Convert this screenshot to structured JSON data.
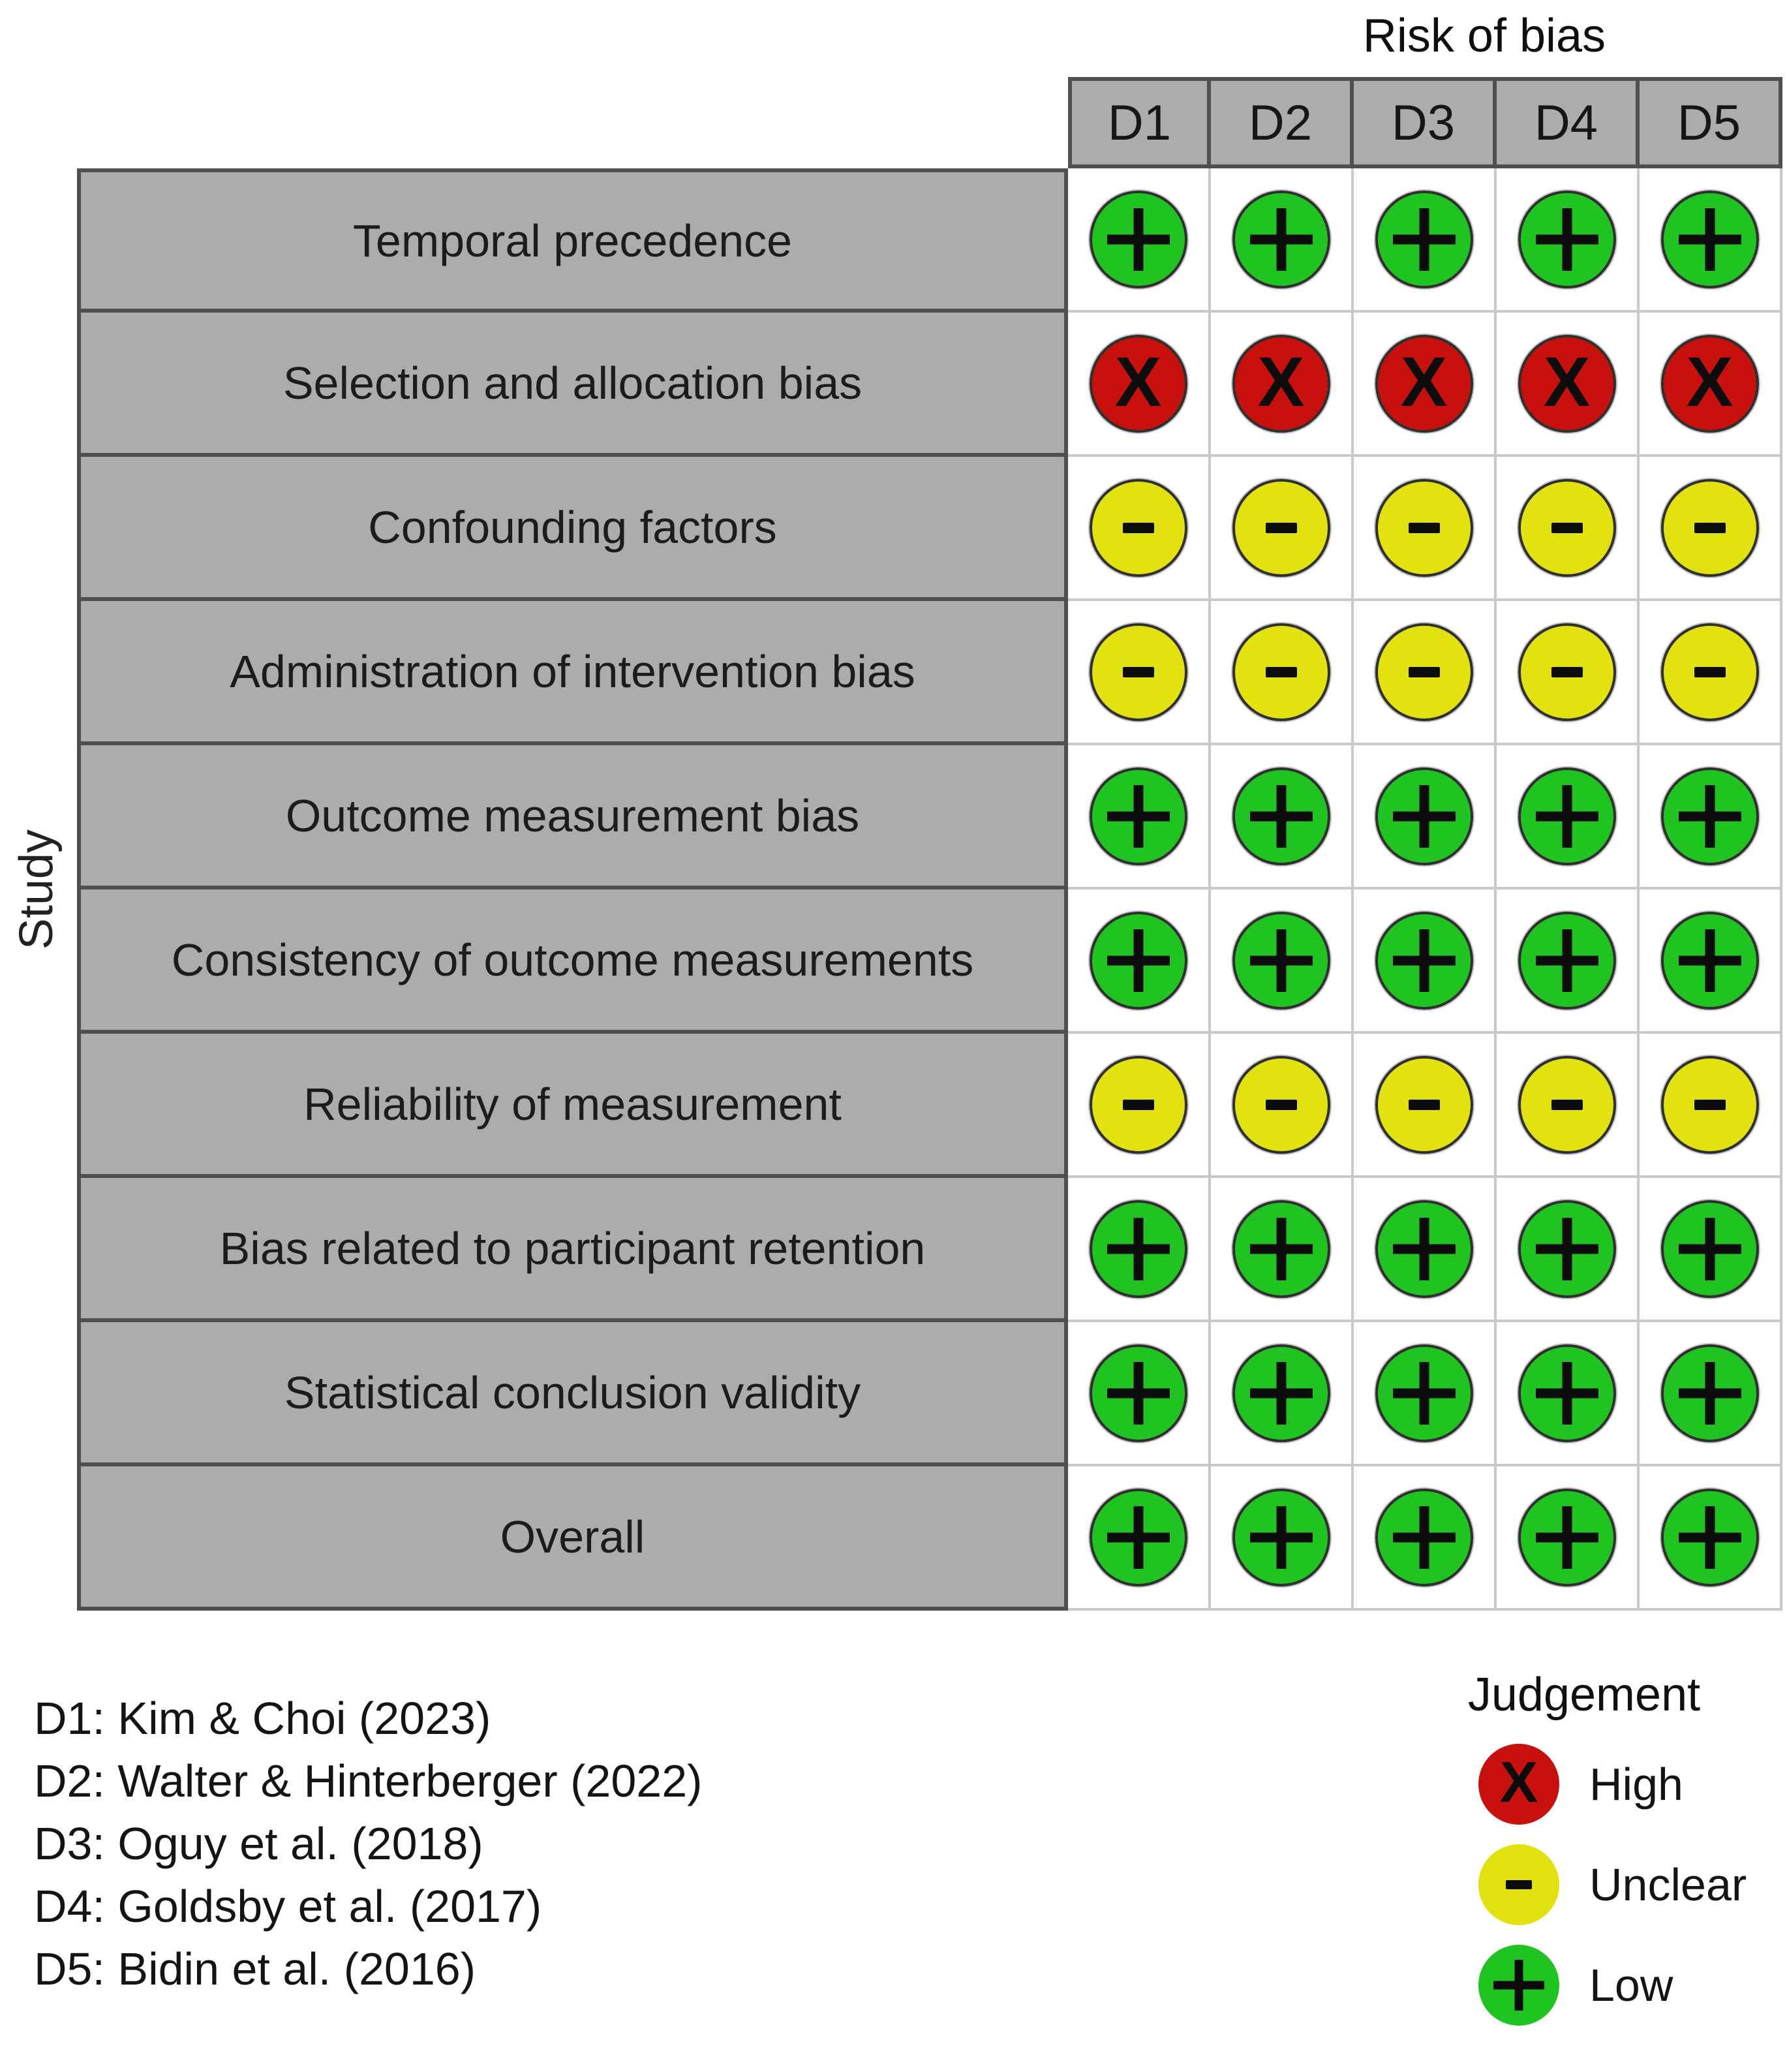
{
  "chart_data": {
    "type": "heatmap",
    "title": "Risk of bias",
    "y_axis_label": "Study",
    "legend_position": "bottom-right",
    "grid": true,
    "columns": [
      "D1",
      "D2",
      "D3",
      "D4",
      "D5"
    ],
    "rows": [
      {
        "label": "Temporal precedence",
        "judgements": [
          "low",
          "low",
          "low",
          "low",
          "low"
        ]
      },
      {
        "label": "Selection and allocation bias",
        "judgements": [
          "high",
          "high",
          "high",
          "high",
          "high"
        ]
      },
      {
        "label": "Confounding factors",
        "judgements": [
          "unclear",
          "unclear",
          "unclear",
          "unclear",
          "unclear"
        ]
      },
      {
        "label": "Administration of intervention bias",
        "judgements": [
          "unclear",
          "unclear",
          "unclear",
          "unclear",
          "unclear"
        ]
      },
      {
        "label": "Outcome measurement bias",
        "judgements": [
          "low",
          "low",
          "low",
          "low",
          "low"
        ]
      },
      {
        "label": "Consistency of outcome measurements",
        "judgements": [
          "low",
          "low",
          "low",
          "low",
          "low"
        ]
      },
      {
        "label": "Reliability of measurement",
        "judgements": [
          "unclear",
          "unclear",
          "unclear",
          "unclear",
          "unclear"
        ]
      },
      {
        "label": "Bias related to participant retention",
        "judgements": [
          "low",
          "low",
          "low",
          "low",
          "low"
        ]
      },
      {
        "label": "Statistical conclusion validity",
        "judgements": [
          "low",
          "low",
          "low",
          "low",
          "low"
        ]
      },
      {
        "label": "Overall",
        "judgements": [
          "low",
          "low",
          "low",
          "low",
          "low"
        ]
      }
    ],
    "judgement_symbols": {
      "high": "X",
      "unclear": "-",
      "low": "+"
    },
    "judgement_colors": {
      "high": "#c8100c",
      "unclear": "#e2e20e",
      "low": "#20c420"
    },
    "table_colors": {
      "header_fill": "#acacac",
      "header_border": "#4f4f4f",
      "cell_border": "#c9c9c9",
      "symbol": "#0c0c0c"
    },
    "legend": {
      "title": "Judgement",
      "items": [
        {
          "key": "high",
          "label": "High"
        },
        {
          "key": "unclear",
          "label": "Unclear"
        },
        {
          "key": "low",
          "label": "Low"
        }
      ]
    },
    "footnotes": [
      "D1: Kim & Choi (2023)",
      "D2: Walter & Hinterberger (2022)",
      "D3: Oguy et al. (2018)",
      "D4: Goldsby et al. (2017)",
      "D5: Bidin et al. (2016)"
    ]
  }
}
